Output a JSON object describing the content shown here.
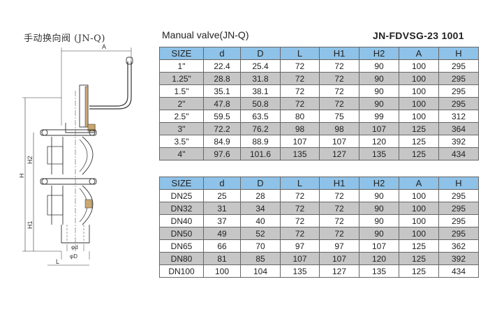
{
  "header": {
    "cn_title": "手动换向阀  (JN-Q)",
    "en_title": "Manual valve(JN-Q)",
    "model": "JN-FDVSG-23 1001"
  },
  "drawing": {
    "dims": {
      "A": "A",
      "H": "H",
      "H1": "H1",
      "H2": "H2",
      "L": "L",
      "d": "φd",
      "D": "φD"
    }
  },
  "table1": {
    "headers": [
      "SIZE",
      "d",
      "D",
      "L",
      "H1",
      "H2",
      "A",
      "H"
    ],
    "rows": [
      [
        "1\"",
        "22.4",
        "25.4",
        "72",
        "72",
        "90",
        "100",
        "295"
      ],
      [
        "1.25\"",
        "28.8",
        "31.8",
        "72",
        "72",
        "90",
        "100",
        "295"
      ],
      [
        "1.5\"",
        "35.1",
        "38.1",
        "72",
        "72",
        "90",
        "100",
        "295"
      ],
      [
        "2\"",
        "47.8",
        "50.8",
        "72",
        "72",
        "90",
        "100",
        "295"
      ],
      [
        "2.5\"",
        "59.5",
        "63.5",
        "80",
        "75",
        "99",
        "100",
        "312"
      ],
      [
        "3\"",
        "72.2",
        "76.2",
        "98",
        "98",
        "107",
        "125",
        "364"
      ],
      [
        "3.5\"",
        "84.9",
        "88.9",
        "107",
        "107",
        "120",
        "125",
        "392"
      ],
      [
        "4\"",
        "97.6",
        "101.6",
        "135",
        "127",
        "135",
        "125",
        "434"
      ]
    ]
  },
  "table2": {
    "headers": [
      "SIZE",
      "d",
      "D",
      "L",
      "H1",
      "H2",
      "A",
      "H"
    ],
    "rows": [
      [
        "DN25",
        "25",
        "28",
        "72",
        "72",
        "90",
        "100",
        "295"
      ],
      [
        "DN32",
        "31",
        "34",
        "72",
        "72",
        "90",
        "100",
        "295"
      ],
      [
        "DN40",
        "37",
        "40",
        "72",
        "72",
        "90",
        "100",
        "295"
      ],
      [
        "DN50",
        "49",
        "52",
        "72",
        "72",
        "90",
        "100",
        "295"
      ],
      [
        "DN65",
        "66",
        "70",
        "97",
        "97",
        "107",
        "125",
        "362"
      ],
      [
        "DN80",
        "81",
        "85",
        "107",
        "107",
        "120",
        "125",
        "392"
      ],
      [
        "DN100",
        "100",
        "104",
        "135",
        "127",
        "135",
        "125",
        "434"
      ]
    ]
  }
}
